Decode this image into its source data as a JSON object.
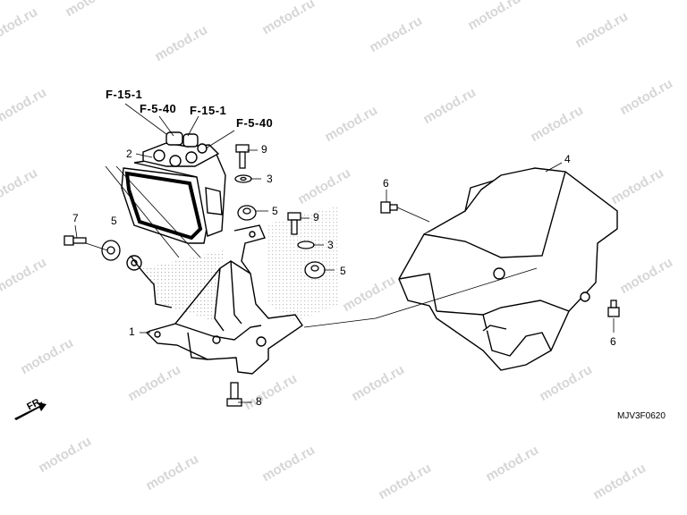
{
  "watermark": "motod.ru",
  "refs": {
    "f15_top": "F-15-1",
    "f540_a": "F-5-40",
    "f15_b": "F-15-1",
    "f540_b": "F-5-40"
  },
  "callouts": {
    "c1": "1",
    "c2": "2",
    "c3a": "3",
    "c3b": "3",
    "c4": "4",
    "c5a": "5",
    "c5b": "5",
    "c5c": "5",
    "c6a": "6",
    "c6b": "6",
    "c7": "7",
    "c8": "8",
    "c9a": "9",
    "c9b": "9"
  },
  "direction_label": "FR.",
  "diagram_code": "MJV3F0620"
}
